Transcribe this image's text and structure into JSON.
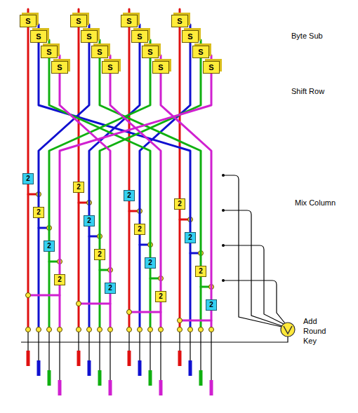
{
  "diagram": {
    "nodes": [
      {
        "text": [
          "S"
        ]
      },
      {
        "text": [
          "S"
        ]
      },
      {
        "text": [
          "S"
        ]
      },
      {
        "text": [
          "S"
        ]
      },
      {
        "text": [
          "S"
        ]
      },
      {
        "text": [
          "S"
        ]
      },
      {
        "text": [
          "S"
        ]
      },
      {
        "text": [
          "S"
        ]
      },
      {
        "text": [
          "S"
        ]
      },
      {
        "text": [
          "S"
        ]
      },
      {
        "text": [
          "S"
        ]
      },
      {
        "text": [
          "S"
        ]
      },
      {
        "text": [
          "S"
        ]
      },
      {
        "text": [
          "S"
        ]
      },
      {
        "text": [
          "S"
        ]
      },
      {
        "text": [
          "S"
        ]
      },
      {
        "text": [
          "2"
        ]
      },
      {
        "text": [
          "2"
        ]
      },
      {
        "text": [
          "2"
        ]
      },
      {
        "text": [
          "2"
        ]
      },
      {
        "text": [
          "2"
        ]
      },
      {
        "text": [
          "2"
        ]
      },
      {
        "text": [
          "2"
        ]
      },
      {
        "text": [
          "2"
        ]
      },
      {
        "text": [
          "2"
        ]
      },
      {
        "text": [
          "2"
        ]
      },
      {
        "text": [
          "2"
        ]
      },
      {
        "text": [
          "2"
        ]
      },
      {
        "text": [
          "2"
        ]
      },
      {
        "text": [
          "2"
        ]
      },
      {
        "text": [
          "2"
        ]
      },
      {
        "text": [
          "2"
        ]
      }
    ],
    "edges": [
      {
        "from": 0,
        "to": 16,
        "arrow": "none"
      },
      {
        "from": 1,
        "to": 17,
        "arrow": "none"
      },
      {
        "from": 2,
        "to": 18,
        "arrow": "none"
      },
      {
        "from": 3,
        "to": 19,
        "arrow": "none"
      },
      {
        "from": 4,
        "to": 23,
        "arrow": "none"
      },
      {
        "from": 5,
        "to": 20,
        "arrow": "none"
      },
      {
        "from": 6,
        "to": 21,
        "arrow": "none"
      },
      {
        "from": 7,
        "to": 22,
        "arrow": "none"
      },
      {
        "from": 8,
        "to": 26,
        "arrow": "none"
      },
      {
        "from": 9,
        "to": 27,
        "arrow": "none"
      },
      {
        "from": 10,
        "to": 24,
        "arrow": "none"
      },
      {
        "from": 11,
        "to": 25,
        "arrow": "none"
      },
      {
        "from": 12,
        "to": 29,
        "arrow": "none"
      },
      {
        "from": 13,
        "to": 30,
        "arrow": "none"
      },
      {
        "from": 14,
        "to": 31,
        "arrow": "none"
      },
      {
        "from": 15,
        "to": 28,
        "arrow": "none"
      }
    ],
    "labels": [
      "Byte Sub",
      "Shift Row",
      "Mix Column",
      "Add Round Key"
    ]
  }
}
